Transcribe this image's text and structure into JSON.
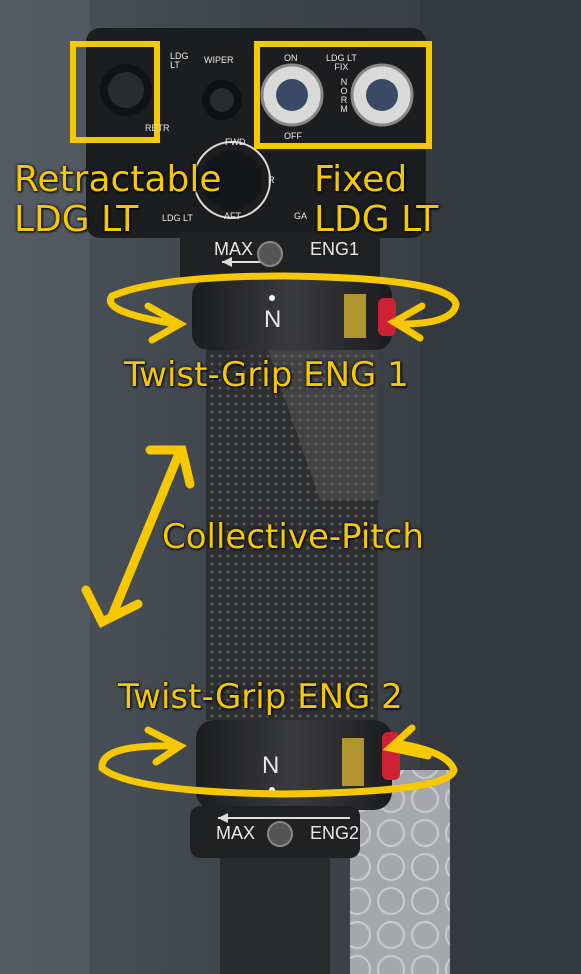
{
  "panel": {
    "ldg_vertical": "LDG LT",
    "retr": "RETR",
    "wiper": "WIPER",
    "fwd": "FWD",
    "r": "R",
    "aft": "AFT",
    "ldg_lt_bottom": "LDG LT",
    "ga": "GA",
    "on": "ON",
    "off": "OFF",
    "ldg_lt_fix": "LDG LT\nFIX",
    "norm": "NORM"
  },
  "annotations": {
    "retractable_line1": "Retractable",
    "retractable_line2": "LDG LT",
    "fixed_line1": "Fixed",
    "fixed_line2": "LDG LT",
    "twist_grip_eng1": "Twist-Grip ENG 1",
    "collective_pitch": "Collective-Pitch",
    "twist_grip_eng2": "Twist-Grip ENG 2"
  },
  "grip1": {
    "max": "MAX",
    "eng": "ENG1",
    "n": "N"
  },
  "grip2": {
    "max": "MAX",
    "eng": "ENG2",
    "n": "N"
  },
  "colors": {
    "accent": "#f5c800",
    "panel": "#1c1d1f",
    "background": "#3a3f45"
  }
}
